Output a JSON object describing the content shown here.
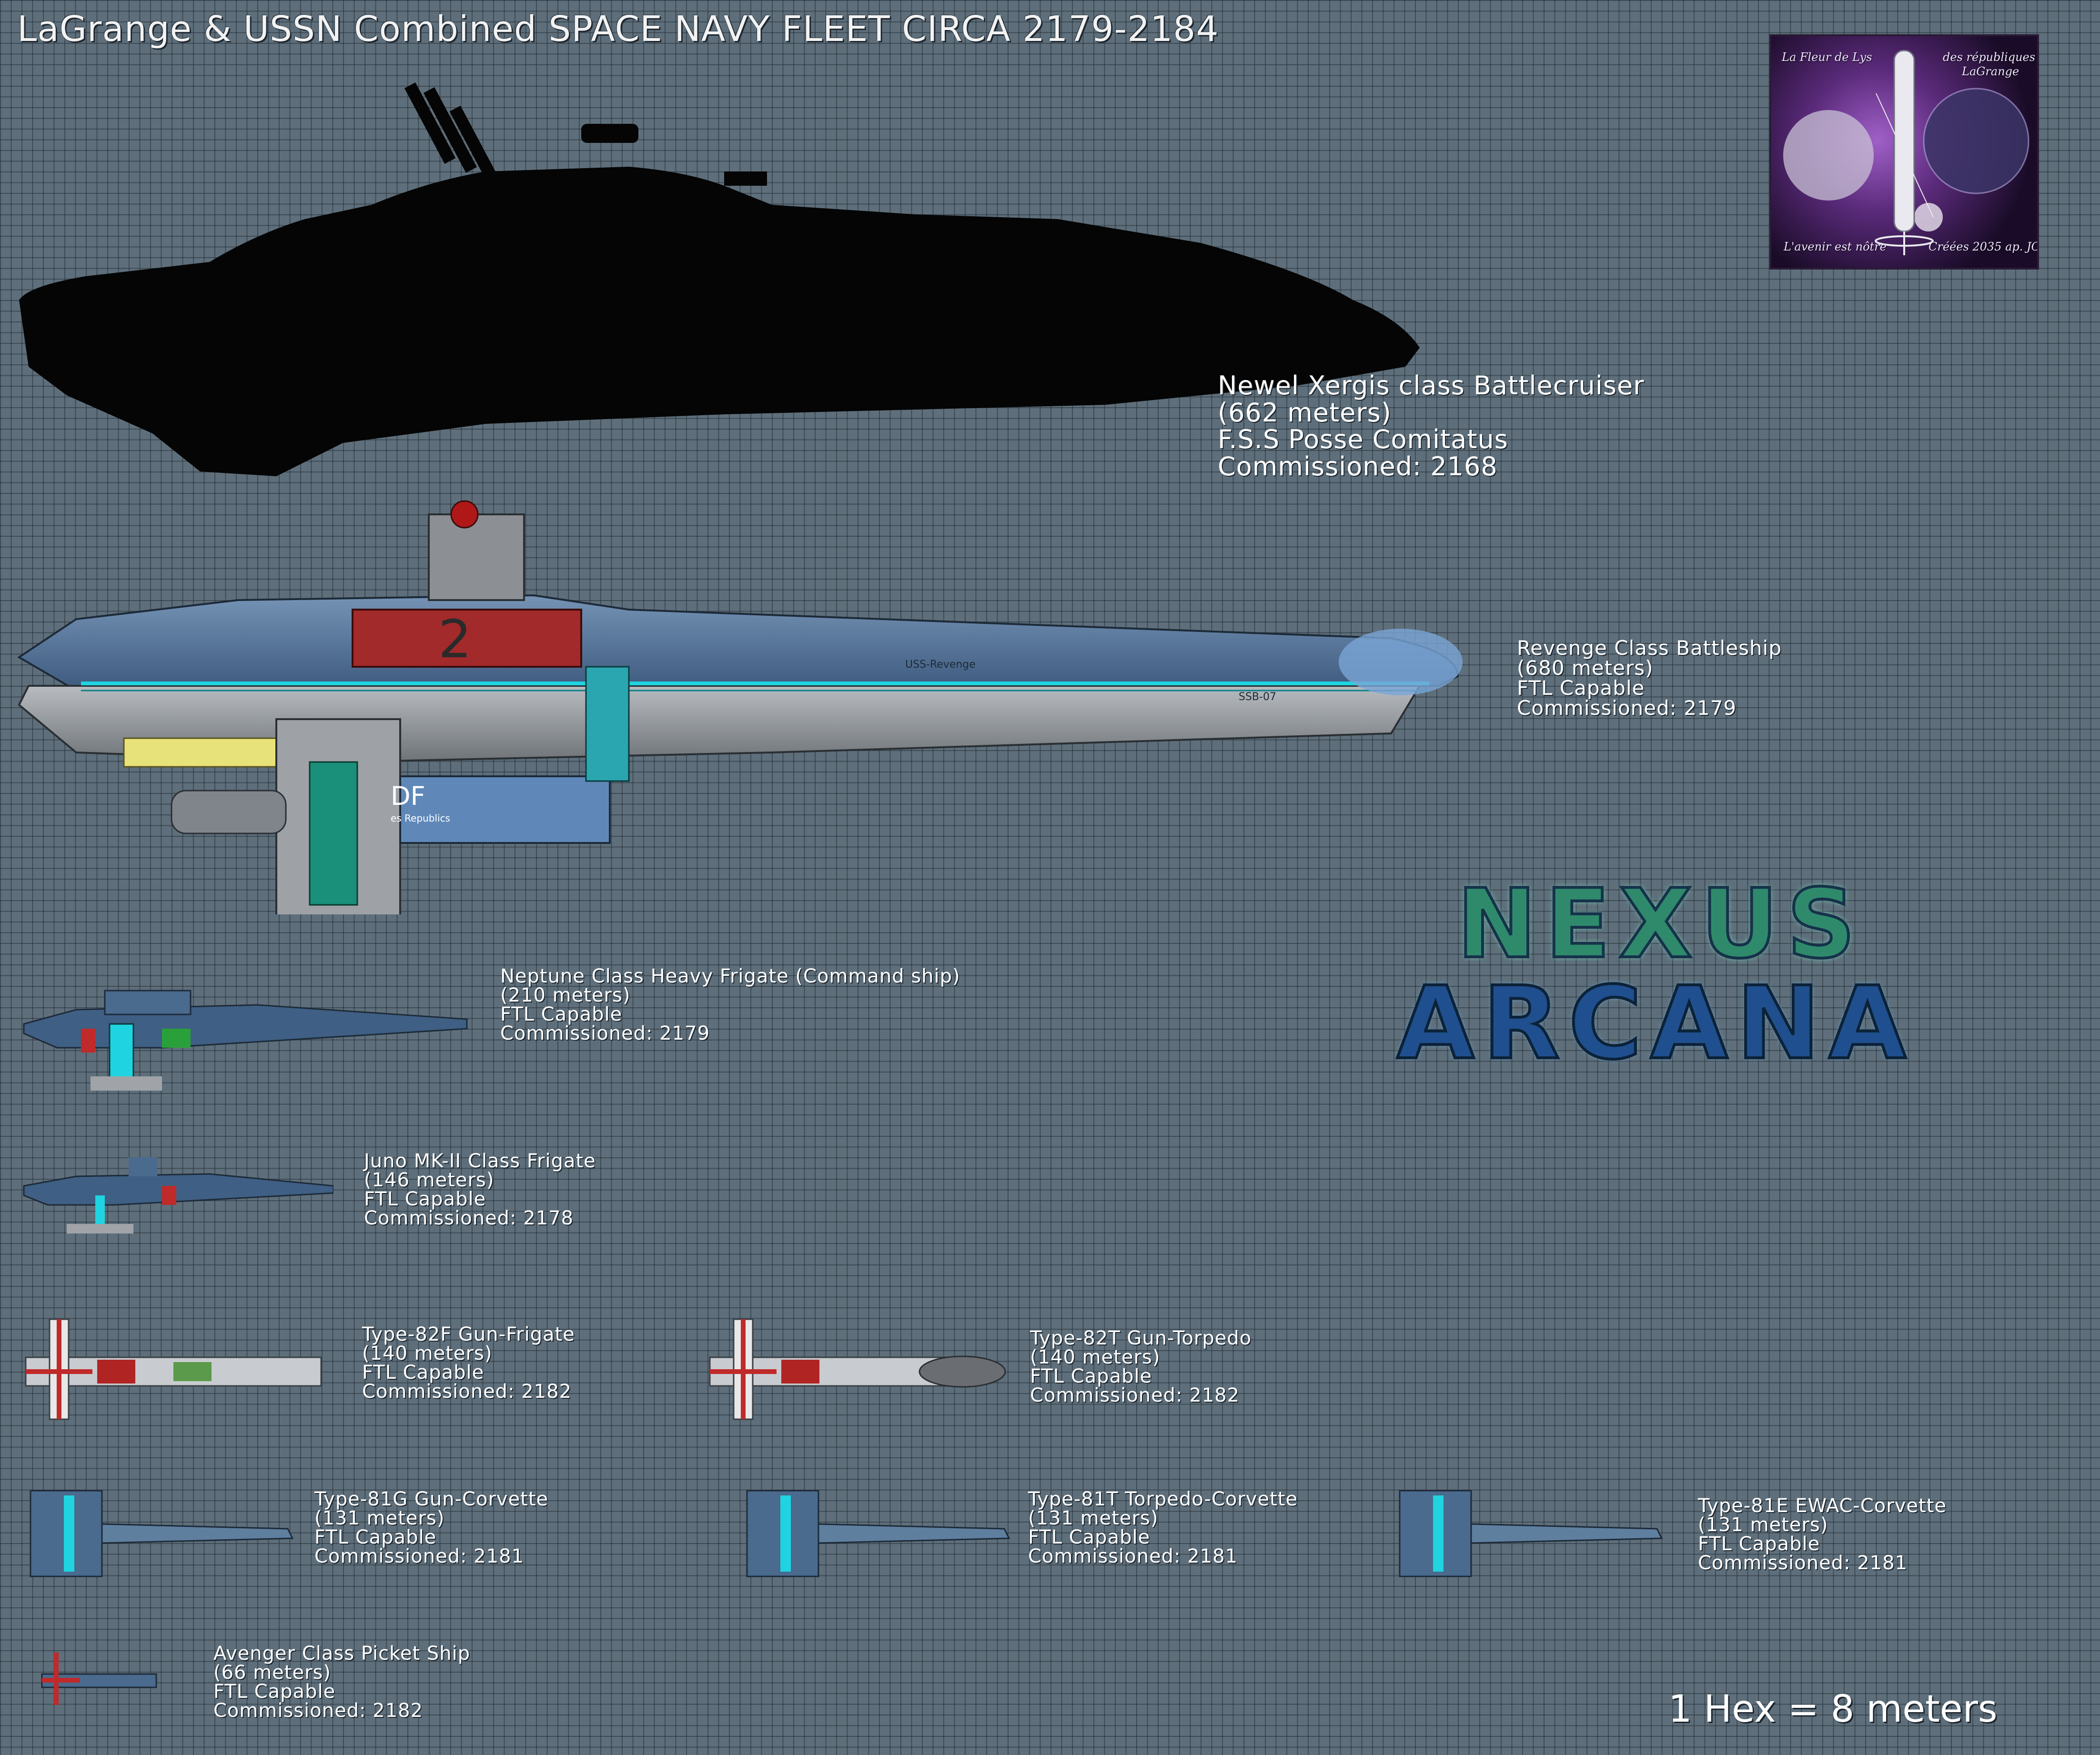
{
  "title": "LaGrange & USSN Combined SPACE NAVY FLEET CIRCA 2179-2184",
  "emblem": {
    "top_left": "La Fleur de Lys",
    "top_right": "des républiques",
    "top_right_2": "LaGrange",
    "bottom_left": "L'avenir est nôtre",
    "bottom_right": "Créées 2035 ap. JC"
  },
  "logo": {
    "line1": "NEXUS",
    "line2": "ARCANA"
  },
  "scale_label": "1 Hex = 8 meters",
  "hull_markings": {
    "number": "2",
    "name": "USS-Revenge",
    "code": "SSB-07",
    "pod_letters": "DF",
    "pod_sub": "es Republics"
  },
  "colors": {
    "background": "#5e6f7b",
    "grid": "#2d3a44",
    "hull_blue": "#4a6a8e",
    "hull_grey": "#9a9ea2",
    "accent_cyan": "#1fd4e0",
    "accent_red": "#c02a2a"
  },
  "ships": [
    {
      "l1": "Newel Xergis class Battlecruiser",
      "l2": "(662 meters)",
      "l3": "F.S.S Posse Comitatus",
      "l4": "Commissioned: 2168"
    },
    {
      "l1": "Revenge Class Battleship",
      "l2": "(680 meters)",
      "l3": "FTL Capable",
      "l4": "Commissioned: 2179"
    },
    {
      "l1": "Neptune Class Heavy Frigate (Command ship)",
      "l2": "(210 meters)",
      "l3": "FTL Capable",
      "l4": "Commissioned: 2179"
    },
    {
      "l1": "Juno MK-II Class Frigate",
      "l2": "(146 meters)",
      "l3": "FTL Capable",
      "l4": "Commissioned: 2178"
    },
    {
      "l1": "Type-82F Gun-Frigate",
      "l2": "(140 meters)",
      "l3": "FTL Capable",
      "l4": "Commissioned: 2182"
    },
    {
      "l1": "Type-82T Gun-Torpedo",
      "l2": "(140 meters)",
      "l3": "FTL Capable",
      "l4": "Commissioned: 2182"
    },
    {
      "l1": "Type-81G Gun-Corvette",
      "l2": "(131 meters)",
      "l3": "FTL Capable",
      "l4": "Commissioned: 2181"
    },
    {
      "l1": "Type-81T Torpedo-Corvette",
      "l2": "(131 meters)",
      "l3": "FTL Capable",
      "l4": "Commissioned: 2181"
    },
    {
      "l1": "Type-81E EWAC-Corvette",
      "l2": "(131 meters)",
      "l3": "FTL Capable",
      "l4": "Commissioned: 2181"
    },
    {
      "l1": "Avenger Class Picket Ship",
      "l2": "(66 meters)",
      "l3": "FTL Capable",
      "l4": "Commissioned: 2182"
    }
  ]
}
